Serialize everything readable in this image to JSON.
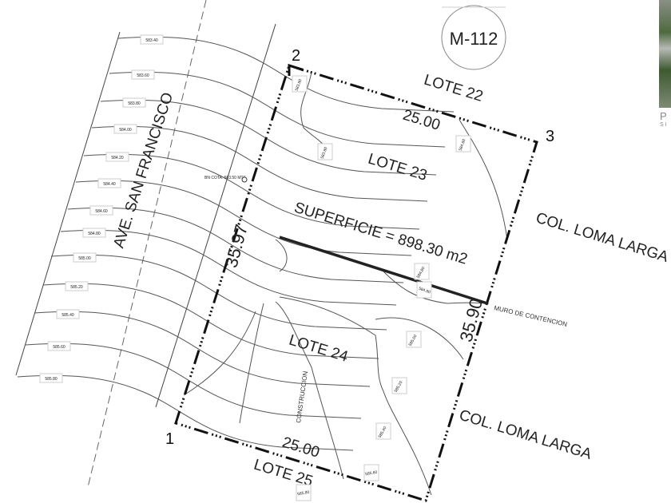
{
  "plan_id": "M-112",
  "street": "AVE. SAN FRANCISCO",
  "corners": [
    "1",
    "2",
    "3"
  ],
  "sides": {
    "left": "35.97",
    "right": "35.90",
    "top": "25.00",
    "bottom": "25.00"
  },
  "lots": {
    "north": "LOTE 22",
    "subject": "LOTE 23",
    "south": "LOTE 24",
    "bottom": "LOTE 25"
  },
  "neighbors": {
    "east_upper": "COL. LOMA LARGA",
    "east_lower": "COL. LOMA LARGA"
  },
  "area_label": "SUPERFICIE = 898.30 m2",
  "wall_label": "MURO DE CONTENCION",
  "construction_label": "CONSTRUCCION",
  "benchmark_label": "BN COTA: 583.50 MTS",
  "contour_labels": [
    "583.40",
    "583.60",
    "583.80",
    "584.00",
    "584.20",
    "584.40",
    "584.60",
    "584.80",
    "585.00",
    "585.20",
    "585.40",
    "585.60",
    "585.80"
  ],
  "inner_labels": [
    "583.80",
    "583.80",
    "584.60",
    "584.80",
    "584.80",
    "585.00",
    "585.20",
    "585.40",
    "585.60",
    "585.80"
  ],
  "side_panel": {
    "letter": "P",
    "sub": "S I"
  }
}
